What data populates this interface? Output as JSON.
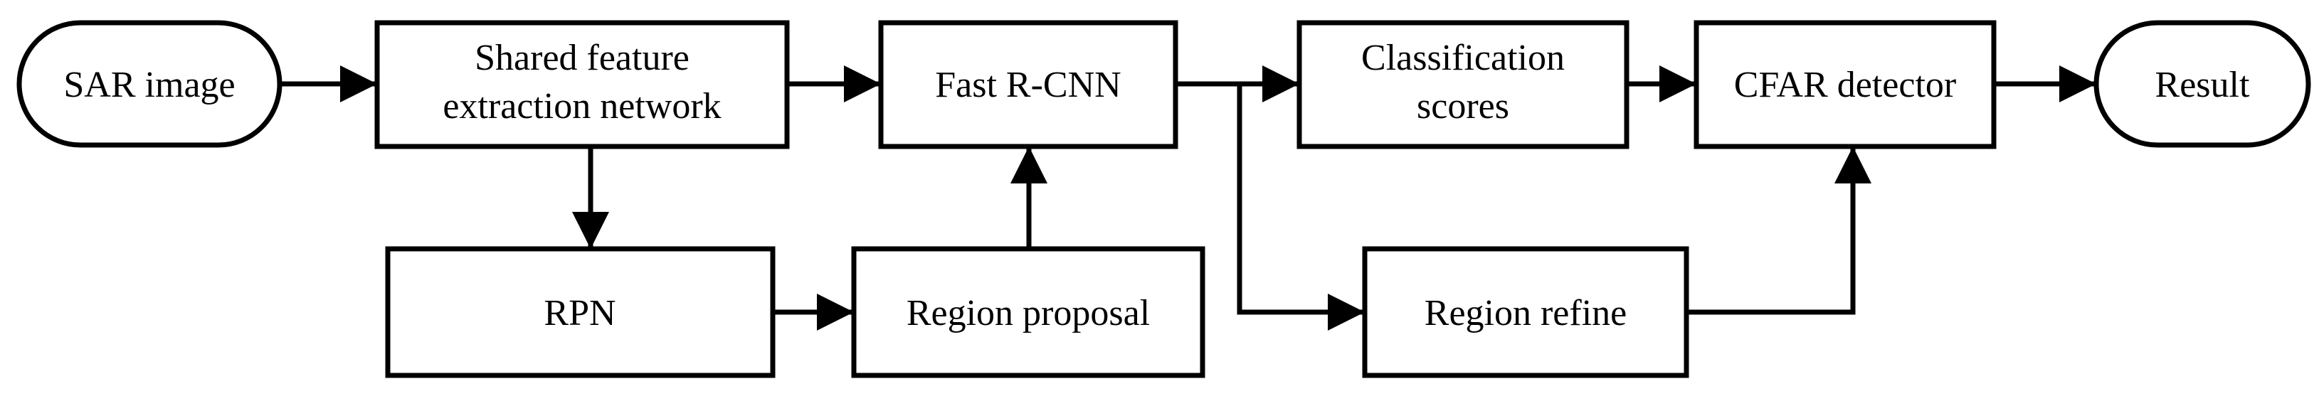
{
  "colors": {
    "stroke": "#000000",
    "fill": "#ffffff",
    "text": "#000000"
  },
  "nodes": {
    "sar_image": {
      "shape": "terminal",
      "lines": [
        "SAR image"
      ]
    },
    "shared_feature": {
      "shape": "process",
      "lines": [
        "Shared feature",
        "extraction network"
      ]
    },
    "fast_rcnn": {
      "shape": "process",
      "lines": [
        "Fast R-CNN"
      ]
    },
    "classification_scores": {
      "shape": "process",
      "lines": [
        "Classification",
        "scores"
      ]
    },
    "cfar_detector": {
      "shape": "process",
      "lines": [
        "CFAR detector"
      ]
    },
    "result": {
      "shape": "terminal",
      "lines": [
        "Result"
      ]
    },
    "rpn": {
      "shape": "process",
      "lines": [
        "RPN"
      ]
    },
    "region_proposal": {
      "shape": "process",
      "lines": [
        "Region proposal"
      ]
    },
    "region_refine": {
      "shape": "process",
      "lines": [
        "Region refine"
      ]
    }
  },
  "edges": [
    {
      "from": "sar_image",
      "to": "shared_feature"
    },
    {
      "from": "shared_feature",
      "to": "fast_rcnn"
    },
    {
      "from": "fast_rcnn",
      "to": "classification_scores"
    },
    {
      "from": "classification_scores",
      "to": "cfar_detector"
    },
    {
      "from": "cfar_detector",
      "to": "result"
    },
    {
      "from": "shared_feature",
      "to": "rpn"
    },
    {
      "from": "rpn",
      "to": "region_proposal"
    },
    {
      "from": "region_proposal",
      "to": "fast_rcnn"
    },
    {
      "from": "fast_rcnn",
      "to": "region_refine"
    },
    {
      "from": "region_refine",
      "to": "cfar_detector"
    }
  ]
}
